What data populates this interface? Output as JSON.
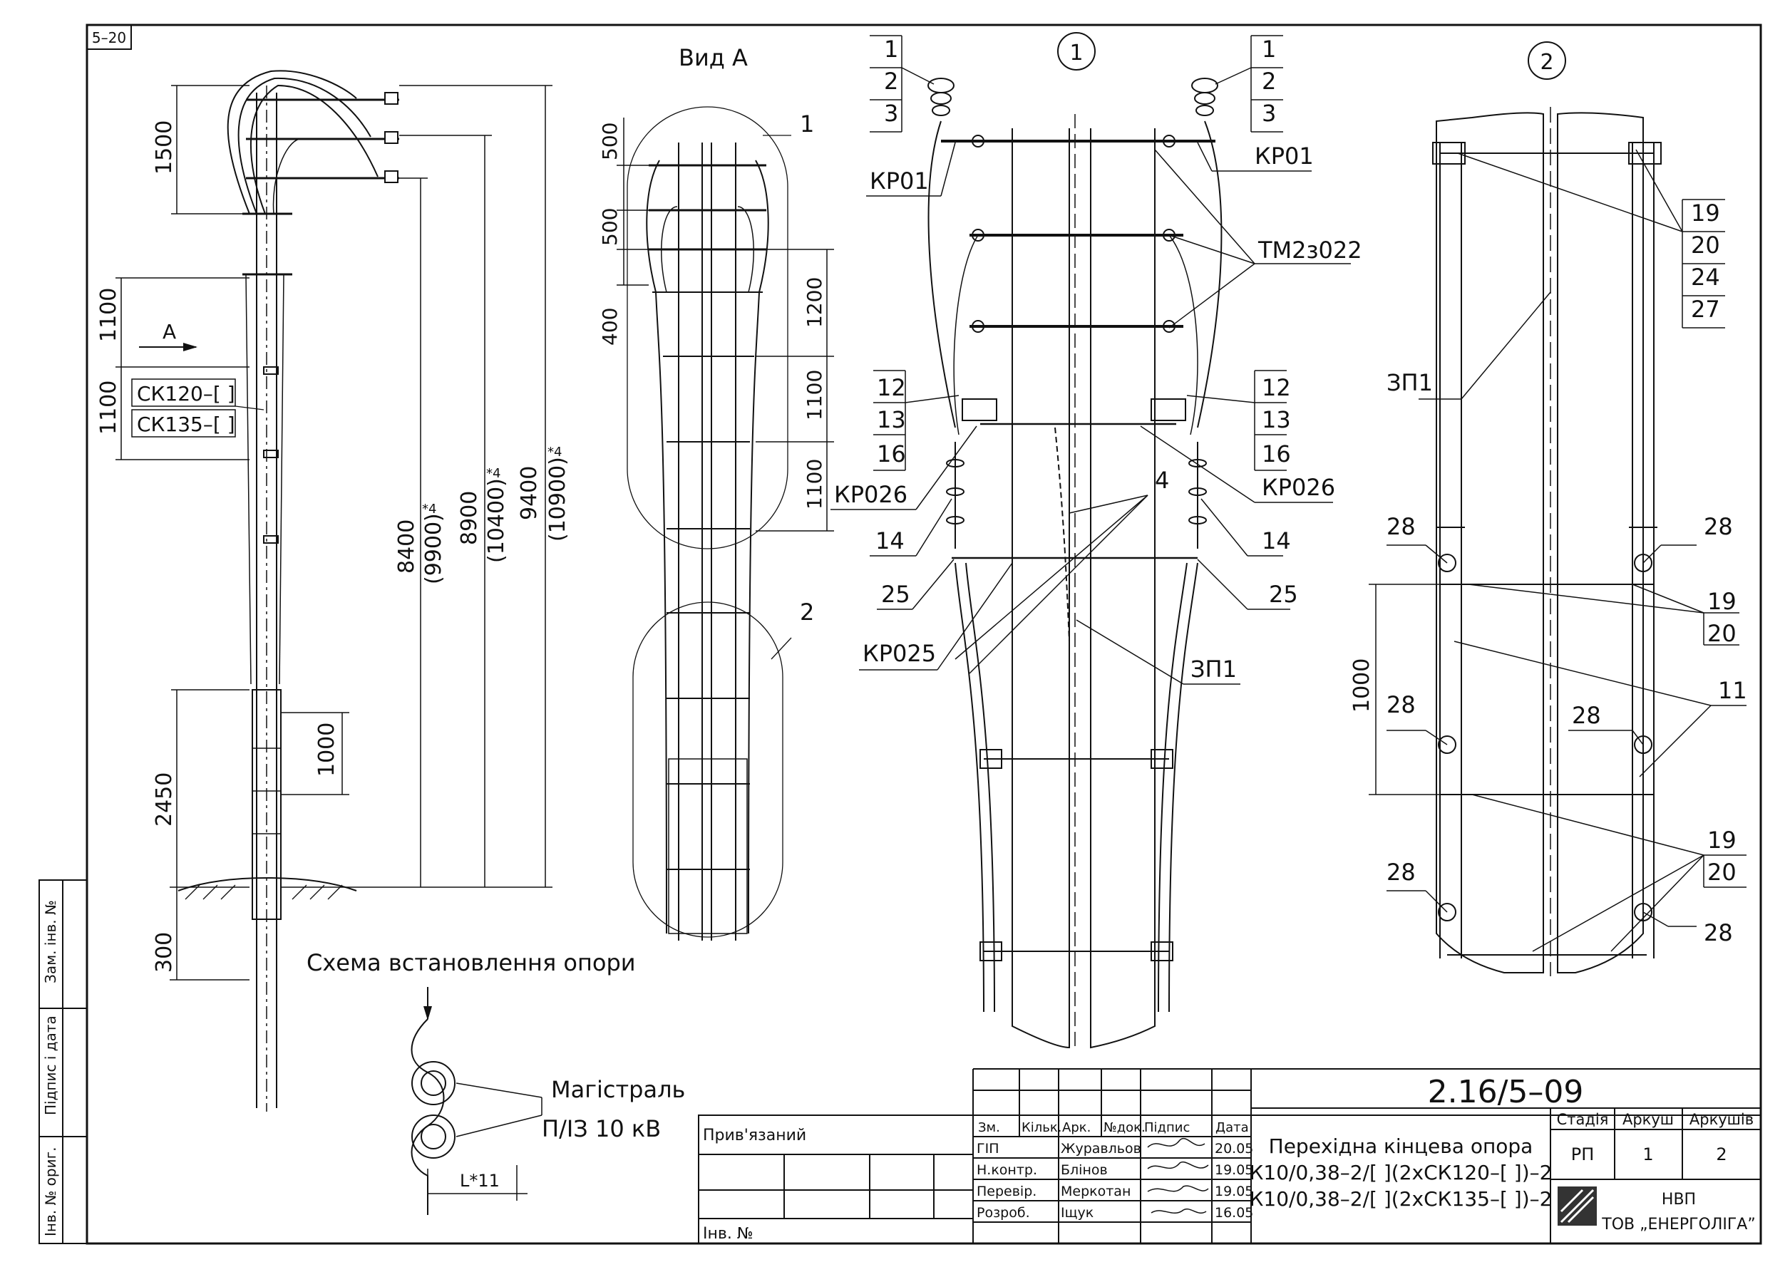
{
  "sheet": {
    "sheet_code": "5–20",
    "drawing_number": "2.16/5–09",
    "title_line1": "Перехідна кінцева опора",
    "title_line2": "К10/0,38–2/[ ](2хСК120–[ ])–2",
    "title_line3": "К10/0,38–2/[ ](2хСК135–[ ])–2",
    "stage_label": "Стадія",
    "stage_value": "РП",
    "sheet_label": "Аркуш",
    "sheet_value": "1",
    "sheets_label": "Аркушів",
    "sheets_value": "2",
    "company_line1": "НВП",
    "company_line2": "ТОВ „ЕНЕРГОЛІГА”",
    "linked_label": "Прив'язаний",
    "inv_no_label": "Інв. №",
    "side_stamps": [
      "Зам. інв. №",
      "Підпис і дата",
      "Інв. № ориг."
    ],
    "col_headers": [
      "Зм.",
      "Кільк.",
      "Арк.",
      "№док.",
      "Підпис",
      "Дата"
    ],
    "signers": [
      {
        "role": "ГІП",
        "name": "Журавльов",
        "date": "20.05"
      },
      {
        "role": "Н.контр.",
        "name": "Блінов",
        "date": "19.05"
      },
      {
        "role": "Перевір.",
        "name": "Меркотан",
        "date": "19.05"
      },
      {
        "role": "Розроб.",
        "name": "Іщук",
        "date": "16.05"
      }
    ]
  },
  "view_main": {
    "arrow_label": "А",
    "cable_labels": [
      "СК120–[ ]",
      "СК135–[ ]"
    ],
    "dims": [
      "1500",
      "1100",
      "1100",
      "8400",
      "(9900)",
      "8900",
      "(10400)",
      "9400",
      "(10900)",
      "2450",
      "1000",
      "300"
    ],
    "footnote": "*4"
  },
  "view_a": {
    "title": "Вид А",
    "dims": [
      "500",
      "500",
      "400",
      "1200",
      "1100",
      "1100"
    ],
    "callouts": [
      "1",
      "2"
    ]
  },
  "detail_1": {
    "title": "1",
    "labels_left": [
      "1",
      "2",
      "3",
      "КР01",
      "12",
      "13",
      "16",
      "КР026",
      "14",
      "25",
      "КР025"
    ],
    "labels_right": [
      "1",
      "2",
      "3",
      "КР01",
      "ТМ2з022",
      "12",
      "13",
      "16",
      "КР026",
      "4",
      "14",
      "25",
      "ЗП1"
    ]
  },
  "detail_2": {
    "title": "2",
    "labels": [
      "19",
      "20",
      "24",
      "27",
      "ЗП1",
      "28",
      "28",
      "19",
      "20",
      "1000",
      "28",
      "28",
      "11",
      "28",
      "19",
      "20",
      "28"
    ]
  },
  "scheme": {
    "title": "Схема встановлення опори",
    "line1": "Магістраль",
    "line2": "П/ІЗ 10 кВ",
    "dim": "L*11"
  }
}
